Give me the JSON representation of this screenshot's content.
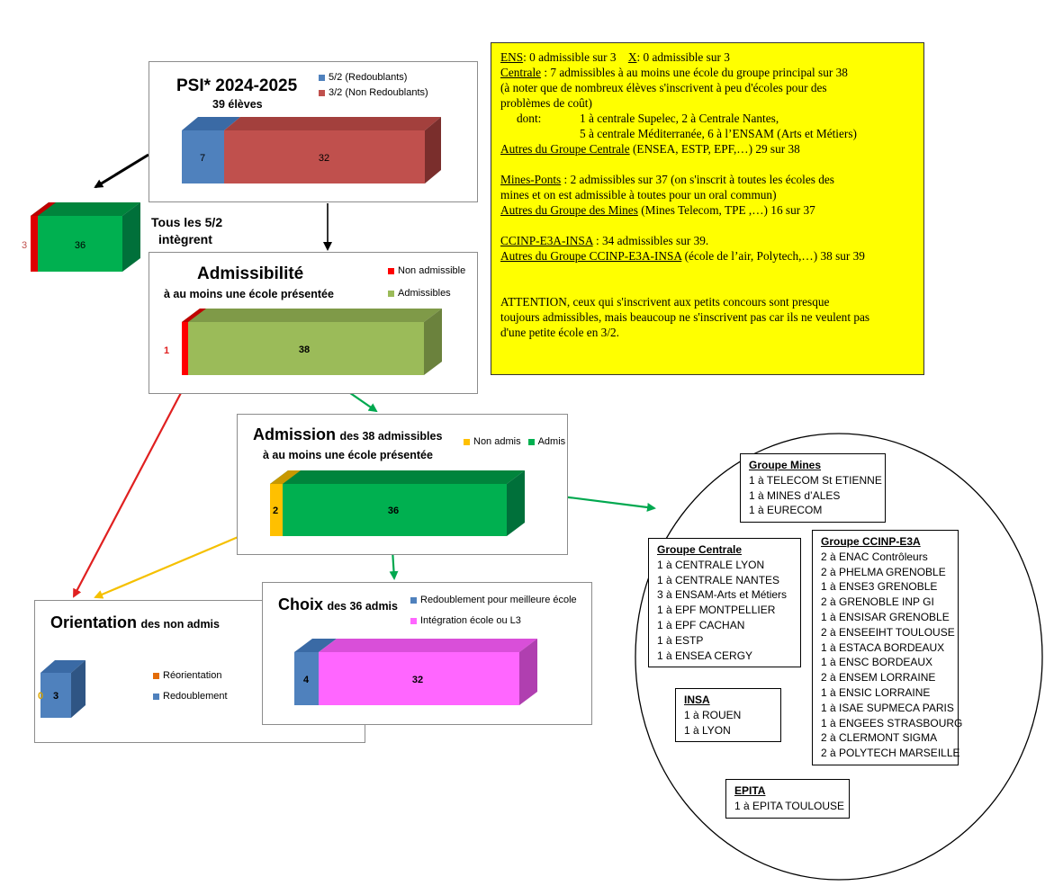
{
  "psi": {
    "title": "PSI* 2024-2025",
    "subtitle": "39 élèves",
    "legend": [
      {
        "label": "5/2 (Redoublants)",
        "color": "#4f81bd"
      },
      {
        "label": "3/2 (Non Redoublants)",
        "color": "#c0504d"
      }
    ],
    "bar": [
      {
        "value": 7,
        "label": "7"
      },
      {
        "value": 32,
        "label": "32"
      }
    ]
  },
  "side": {
    "caption_line1": "Tous les 5/2",
    "caption_line2": "intègrent",
    "value_left": "3",
    "value_main": "36"
  },
  "admissibilite": {
    "title": "Admissibilité",
    "subtitle": "à au moins une école présentée",
    "legend": [
      {
        "label": "Non admissible",
        "color": "#ff0000"
      },
      {
        "label": "Admissibles",
        "color": "#9bbb59"
      }
    ],
    "bar": [
      {
        "value": 1,
        "label": "1"
      },
      {
        "value": 38,
        "label": "38"
      }
    ]
  },
  "admission": {
    "title": "Admission",
    "title_rest": "des 38 admissibles",
    "subtitle": "à au moins une école présentée",
    "legend": [
      {
        "label": "Non admis",
        "color": "#ffc000"
      },
      {
        "label": "Admis",
        "color": "#00b050"
      }
    ],
    "bar": [
      {
        "value": 2,
        "label": "2"
      },
      {
        "value": 36,
        "label": "36"
      }
    ]
  },
  "orientation": {
    "title": "Orientation",
    "title_rest": "des non admis",
    "legend": [
      {
        "label": "Réorientation",
        "color": "#e36c09"
      },
      {
        "label": "Redoublement",
        "color": "#4f81bd"
      }
    ],
    "bar": [
      {
        "value": 0,
        "label": "0"
      },
      {
        "value": 3,
        "label": "3"
      }
    ]
  },
  "choix": {
    "title": "Choix",
    "title_rest": "des 36 admis",
    "legend": [
      {
        "label": "Redoublement pour meilleure école",
        "color": "#4f81bd"
      },
      {
        "label": "Intégration école ou L3",
        "color": "#ff66ff"
      }
    ],
    "bar": [
      {
        "value": 4,
        "label": "4"
      },
      {
        "value": 32,
        "label": "32"
      }
    ]
  },
  "notes": {
    "ens_label": "ENS",
    "ens_text": ": 0 admissible sur 3",
    "x_label": "X",
    "x_text": ": 0 admissible sur 3",
    "centrale_label": "Centrale",
    "centrale_text": " : 7 admissibles à au moins une école du groupe principal sur 38",
    "centrale_note1": "(à noter que de nombreux élèves s'inscrivent à peu d'écoles pour des",
    "centrale_note2": "problèmes de coût)",
    "dont": "dont:",
    "dont_line1": "1 à centrale Supelec, 2 à Centrale Nantes,",
    "dont_line2": "5 à centrale Méditerranée, 6 à l’ENSAM  (Arts et Métiers)",
    "autres_centrale_label": "Autres du Groupe Centrale",
    "autres_centrale_text": " (ENSEA, ESTP, EPF,…)  29 sur 38",
    "mines_label": "Mines-Ponts",
    "mines_text": " : 2 admissibles sur 37 (on s'inscrit à toutes les écoles des",
    "mines_text2": "mines et on est admissible à toutes pour un oral commun)",
    "autres_mines_label": "Autres du Groupe des Mines",
    "autres_mines_text": " (Mines Telecom, TPE ,…)  16 sur 37",
    "ccinp_label": "CCINP-E3A-INSA",
    "ccinp_text": " : 34 admissibles sur 39.",
    "autres_ccinp_label": "Autres du Groupe CCINP-E3A-INSA",
    "autres_ccinp_text": " (école de l’air, Polytech,…)  38 sur 39",
    "attention1": "ATTENTION, ceux qui s'inscrivent aux petits concours sont presque",
    "attention2": "toujours admissibles, mais beaucoup ne s'inscrivent pas car ils ne veulent pas",
    "attention3": "d'une petite école en 3/2."
  },
  "groups": {
    "mines": {
      "title": "Groupe Mines",
      "items": [
        "1 à TELECOM St ETIENNE",
        "1 à MINES d’ALES",
        "1 à EURECOM"
      ]
    },
    "centrale": {
      "title": "Groupe Centrale",
      "items": [
        "1 à CENTRALE LYON",
        "1 à CENTRALE NANTES",
        "3 à ENSAM-Arts et Métiers",
        "1 à EPF MONTPELLIER",
        "1 à EPF CACHAN",
        "1 à ESTP",
        "1 à ENSEA CERGY"
      ]
    },
    "ccinp": {
      "title": "Groupe CCINP-E3A",
      "items": [
        "2 à ENAC Contrôleurs",
        "2 à PHELMA GRENOBLE",
        "1 à ENSE3 GRENOBLE",
        "2 à GRENOBLE INP GI",
        "1 à ENSISAR GRENOBLE",
        "2 à ENSEEIHT TOULOUSE",
        "1 à ESTACA BORDEAUX",
        "1 à ENSC BORDEAUX",
        "2 à ENSEM LORRAINE",
        "1 à ENSIC LORRAINE",
        "1 à ISAE SUPMECA PARIS",
        "1 à ENGEES STRASBOURG",
        "2 à CLERMONT SIGMA",
        "2 à POLYTECH MARSEILLE"
      ]
    },
    "insa": {
      "title": "INSA",
      "items": [
        "1 à ROUEN",
        "1 à LYON"
      ]
    },
    "epita": {
      "title": "EPITA",
      "items": [
        "1 à EPITA TOULOUSE"
      ]
    }
  }
}
